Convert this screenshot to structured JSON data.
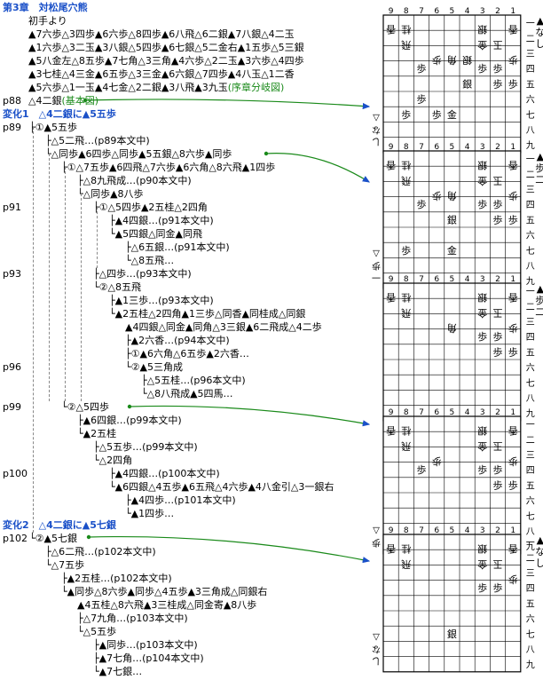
{
  "chapter": {
    "title": "第3章　対松尾穴熊",
    "label": "初手より"
  },
  "intro": [
    "▲7六歩△3四歩▲6六歩△8四歩▲6八飛△6二銀▲7八銀△4二玉",
    "▲1六歩△3二玉▲3八銀△5四歩▲6七銀△5二金右▲1五歩△5三銀",
    "▲5八金左△8五歩▲7七角△3三角▲4六歩△2二玉▲3六歩△4四歩",
    "▲3七桂△4三金▲6五歩△3三金▲6六銀△7四歩▲4八玉△1二香",
    "▲5六歩△1一玉▲4七金△2二銀▲3八飛▲3九玉"
  ],
  "intro_note": "(序章分岐図)",
  "kihon": {
    "page": "p88",
    "move": "△4二銀",
    "note": "(基本図)"
  },
  "variation1": {
    "title": "変化1　△4二銀に▲5五歩"
  },
  "variation2": {
    "title": "変化2　△4二銀に▲5七銀"
  },
  "lines": [
    {
      "id": "a1",
      "page": "p89",
      "text": "├①▲5五歩"
    },
    {
      "id": "a2",
      "text": "├△5二飛…(p89本文中)"
    },
    {
      "id": "a3",
      "text": "└△同歩▲6四歩△同歩▲5五銀△8六歩▲同歩"
    },
    {
      "id": "a4",
      "text": "├①△7五歩▲6四飛△7六歩▲6六角△8六飛▲1四歩"
    },
    {
      "id": "a5",
      "text": "├△8九飛成…(p90本文中)"
    },
    {
      "id": "a6",
      "text": "└△同歩▲8八歩"
    },
    {
      "id": "a7",
      "page": "p91",
      "text": "├①△5四歩▲2五桂△2四角"
    },
    {
      "id": "a8",
      "text": "├▲4四銀…(p91本文中)"
    },
    {
      "id": "a9",
      "text": "└▲5四銀△同金▲同飛"
    },
    {
      "id": "a10",
      "text": "├△6五銀…(p91本文中)"
    },
    {
      "id": "a11",
      "text": "└△8五飛…"
    },
    {
      "id": "a12",
      "page": "p93",
      "text": "├△四歩…(p93本文中)"
    },
    {
      "id": "a13",
      "text": "└②△8五飛"
    },
    {
      "id": "a14",
      "text": "├▲1三歩…(p93本文中)"
    },
    {
      "id": "a15",
      "text": "└▲2五桂△2四角▲1三歩△同香▲同桂成△同銀"
    },
    {
      "id": "a16",
      "text": "▲4四銀△同金▲同角△3三銀▲6二飛成△4二歩"
    },
    {
      "id": "a17",
      "text": "├▲2六香…(p94本文中)"
    },
    {
      "id": "a18",
      "text": "├①▲6六角△6五歩▲2六香…"
    },
    {
      "id": "a19",
      "page": "p96",
      "text": "└②▲5三角成"
    },
    {
      "id": "a20",
      "text": "├△5五桂…(p96本文中)"
    },
    {
      "id": "a21",
      "text": "└△8八飛成▲5四馬…"
    },
    {
      "id": "a22",
      "page": "p99",
      "text": "└②△5四歩"
    },
    {
      "id": "a23",
      "text": "├▲6四銀…(p99本文中)"
    },
    {
      "id": "a24",
      "text": "└▲2五桂"
    },
    {
      "id": "a25",
      "text": "├△5五歩…(p99本文中)"
    },
    {
      "id": "a26",
      "text": "└△2四角"
    },
    {
      "id": "a27",
      "page": "p100",
      "text": "├▲4四銀…(p100本文中)"
    },
    {
      "id": "a28",
      "text": "└▲6四銀△4五歩▲6五飛△4六歩▲4八金引△3一銀右"
    },
    {
      "id": "a29",
      "text": "├▲4四歩…(p101本文中)"
    },
    {
      "id": "a30",
      "text": "└▲1四歩…"
    },
    {
      "id": "b1",
      "page": "p102",
      "text": "└②▲5七銀"
    },
    {
      "id": "b2",
      "text": "├△6二飛…(p102本文中)"
    },
    {
      "id": "b3",
      "text": "└△7五歩"
    },
    {
      "id": "b4",
      "text": "├▲2五桂…(p102本文中)"
    },
    {
      "id": "b5",
      "text": "└▲同歩△8六歩▲同歩△4五歩▲3三角成△同銀右"
    },
    {
      "id": "b6",
      "text": "▲4五桂△8六飛▲3三桂成△同金寄▲8八歩"
    },
    {
      "id": "b7",
      "text": "├△7九角…(p103本文中)"
    },
    {
      "id": "b8",
      "text": "└△5五歩"
    },
    {
      "id": "b9",
      "text": "├▲同歩…(p103本文中)"
    },
    {
      "id": "b10",
      "text": "├▲7七角…(p104本文中)"
    },
    {
      "id": "b11",
      "text": "└▲7七銀…"
    }
  ],
  "board": {
    "file_labels": [
      "9",
      "8",
      "7",
      "6",
      "5",
      "4",
      "3",
      "2",
      "1"
    ],
    "rank_labels": [
      "一",
      "二",
      "三",
      "四",
      "五",
      "六",
      "七",
      "八",
      "九"
    ],
    "accent_color": "#1a50c8",
    "line_color": "#1a8a1a",
    "boards": [
      {
        "id": "board1",
        "sente_hand": "▲なし",
        "gote_hand": "△なし",
        "pieces": [
          [
            "香",
            "桂",
            "",
            "",
            "",
            "",
            "銀",
            "",
            "香"
          ],
          [
            "",
            "飛",
            "",
            "",
            "",
            "",
            "金",
            "玉",
            ""
          ],
          [
            "",
            "",
            "",
            "歩",
            "角",
            "銀",
            "",
            "",
            "歩"
          ],
          [
            "",
            "",
            "歩",
            "",
            "",
            "",
            "歩",
            "歩",
            ""
          ],
          [
            "",
            "",
            "",
            "",
            "",
            "銀",
            "",
            "歩",
            "歩"
          ],
          [
            "",
            "",
            "歩",
            "",
            "",
            "",
            "",
            "",
            ""
          ],
          [
            "",
            "歩",
            "",
            "歩",
            "金",
            "",
            "",
            "",
            ""
          ],
          [
            "",
            "",
            "",
            "",
            "",
            "",
            "",
            "",
            ""
          ],
          [
            "",
            "",
            "",
            "",
            "",
            "",
            "",
            "",
            ""
          ]
        ]
      },
      {
        "id": "board2",
        "sente_hand": "▲歩二",
        "gote_hand": "△歩一",
        "pieces": [
          [
            "香",
            "桂",
            "",
            "",
            "",
            "",
            "銀",
            "",
            "香"
          ],
          [
            "",
            "飛",
            "",
            "",
            "",
            "",
            "金",
            "玉",
            ""
          ],
          [
            "",
            "",
            "",
            "歩",
            "角",
            "",
            "",
            "",
            "歩"
          ],
          [
            "",
            "",
            "歩",
            "",
            "",
            "",
            "歩",
            "歩",
            ""
          ],
          [
            "",
            "",
            "",
            "",
            "銀",
            "",
            "",
            "歩",
            "歩"
          ],
          [
            "",
            "",
            "",
            "",
            "",
            "",
            "",
            "",
            ""
          ],
          [
            "",
            "歩",
            "",
            "",
            "金",
            "",
            "",
            "",
            ""
          ],
          [
            "",
            "",
            "",
            "",
            "",
            "",
            "",
            "",
            ""
          ],
          [
            "",
            "",
            "",
            "",
            "",
            "",
            "",
            "",
            ""
          ]
        ]
      },
      {
        "id": "board3",
        "sente_hand": "▲歩二",
        "gote_hand": "",
        "pieces": [
          [
            "香",
            "桂",
            "",
            "",
            "",
            "",
            "銀",
            "",
            "香"
          ],
          [
            "",
            "飛",
            "",
            "",
            "",
            "",
            "金",
            "玉",
            ""
          ],
          [
            "",
            "",
            "",
            "",
            "角",
            "",
            "",
            "",
            "歩"
          ],
          [
            "",
            "",
            "",
            "",
            "",
            "",
            "歩",
            "歩",
            ""
          ],
          [
            "",
            "",
            "",
            "",
            "",
            "",
            "",
            "歩",
            "歩"
          ],
          [
            "",
            "",
            "",
            "",
            "",
            "",
            "",
            "",
            ""
          ],
          [
            "",
            "",
            "",
            "",
            "",
            "",
            "",
            "",
            ""
          ],
          [
            "",
            "",
            "",
            "",
            "",
            "",
            "",
            "",
            ""
          ],
          [
            "",
            "",
            "",
            "",
            "",
            "",
            "",
            "",
            ""
          ]
        ]
      },
      {
        "id": "board4",
        "sente_hand": "",
        "gote_hand": "△歩",
        "pieces": [
          [
            "香",
            "桂",
            "",
            "",
            "",
            "",
            "銀",
            "",
            "香"
          ],
          [
            "",
            "飛",
            "",
            "",
            "",
            "",
            "金",
            "玉",
            ""
          ],
          [
            "",
            "",
            "",
            "歩",
            "",
            "",
            "",
            "",
            "歩"
          ],
          [
            "",
            "",
            "歩",
            "",
            "",
            "",
            "歩",
            "歩",
            ""
          ],
          [
            "",
            "",
            "",
            "",
            "",
            "",
            "",
            "歩",
            "歩"
          ],
          [
            "",
            "",
            "",
            "",
            "",
            "",
            "",
            "",
            ""
          ],
          [
            "",
            "",
            "",
            "",
            "",
            "",
            "",
            "",
            ""
          ],
          [
            "",
            "",
            "",
            "",
            "",
            "",
            "",
            "",
            ""
          ],
          [
            "",
            "",
            "",
            "",
            "",
            "",
            "",
            "",
            ""
          ]
        ]
      },
      {
        "id": "board5",
        "sente_hand": "▲なし",
        "gote_hand": "△なし",
        "pieces": [
          [
            "香",
            "桂",
            "",
            "",
            "",
            "",
            "銀",
            "",
            "香"
          ],
          [
            "",
            "飛",
            "",
            "",
            "",
            "",
            "金",
            "玉",
            ""
          ],
          [
            "",
            "",
            "",
            "",
            "",
            "",
            "",
            "",
            "歩"
          ],
          [
            "",
            "",
            "",
            "",
            "",
            "",
            "歩",
            "歩",
            ""
          ],
          [
            "",
            "",
            "",
            "",
            "",
            "",
            "",
            "",
            ""
          ],
          [
            "",
            "",
            "",
            "",
            "",
            "",
            "",
            "",
            ""
          ],
          [
            "",
            "",
            "",
            "",
            "銀",
            "",
            "",
            "",
            ""
          ],
          [
            "",
            "",
            "",
            "",
            "",
            "",
            "",
            "",
            ""
          ],
          [
            "",
            "",
            "",
            "",
            "",
            "",
            "",
            "",
            ""
          ]
        ]
      }
    ]
  }
}
